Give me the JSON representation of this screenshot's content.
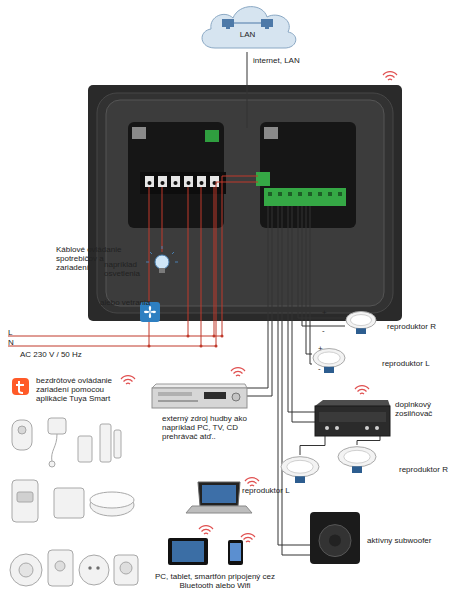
{
  "diagram": {
    "nodes": [
      {
        "text": [
          "LAN"
        ]
      },
      {
        "text": [
          "reproduktor R"
        ]
      },
      {
        "text": [
          "reproduktor L"
        ]
      },
      {
        "text": [
          "externý zdroj hudby ako napríklad PC, TV, CD prehrávač atď.."
        ]
      },
      {
        "text": [
          "doplnkový zosilňovač"
        ]
      },
      {
        "text": [
          "reproduktor R"
        ]
      },
      {
        "text": [
          "reproduktor L"
        ]
      },
      {
        "text": [
          "aktívny subwoofer"
        ]
      }
    ],
    "edges": [
      {
        "from": 4,
        "to": 5,
        "arrow": "none"
      },
      {
        "from": 4,
        "to": 6,
        "arrow": "none"
      }
    ],
    "labels": [
      "internet, LAN",
      "Káblové ovládanie spotrebičov a zariadení",
      "napríklad osvetlenia",
      "alebo vetrania",
      "L",
      "N",
      "AC 230 V / 50 Hz",
      "bezdrôtové ovládanie zariadení pomocou aplikácie Tuya Smart",
      "PC, tablet, smartfón pripojený cez Bluetooth alebo Wifi",
      "+",
      "-",
      "+",
      "-"
    ]
  }
}
